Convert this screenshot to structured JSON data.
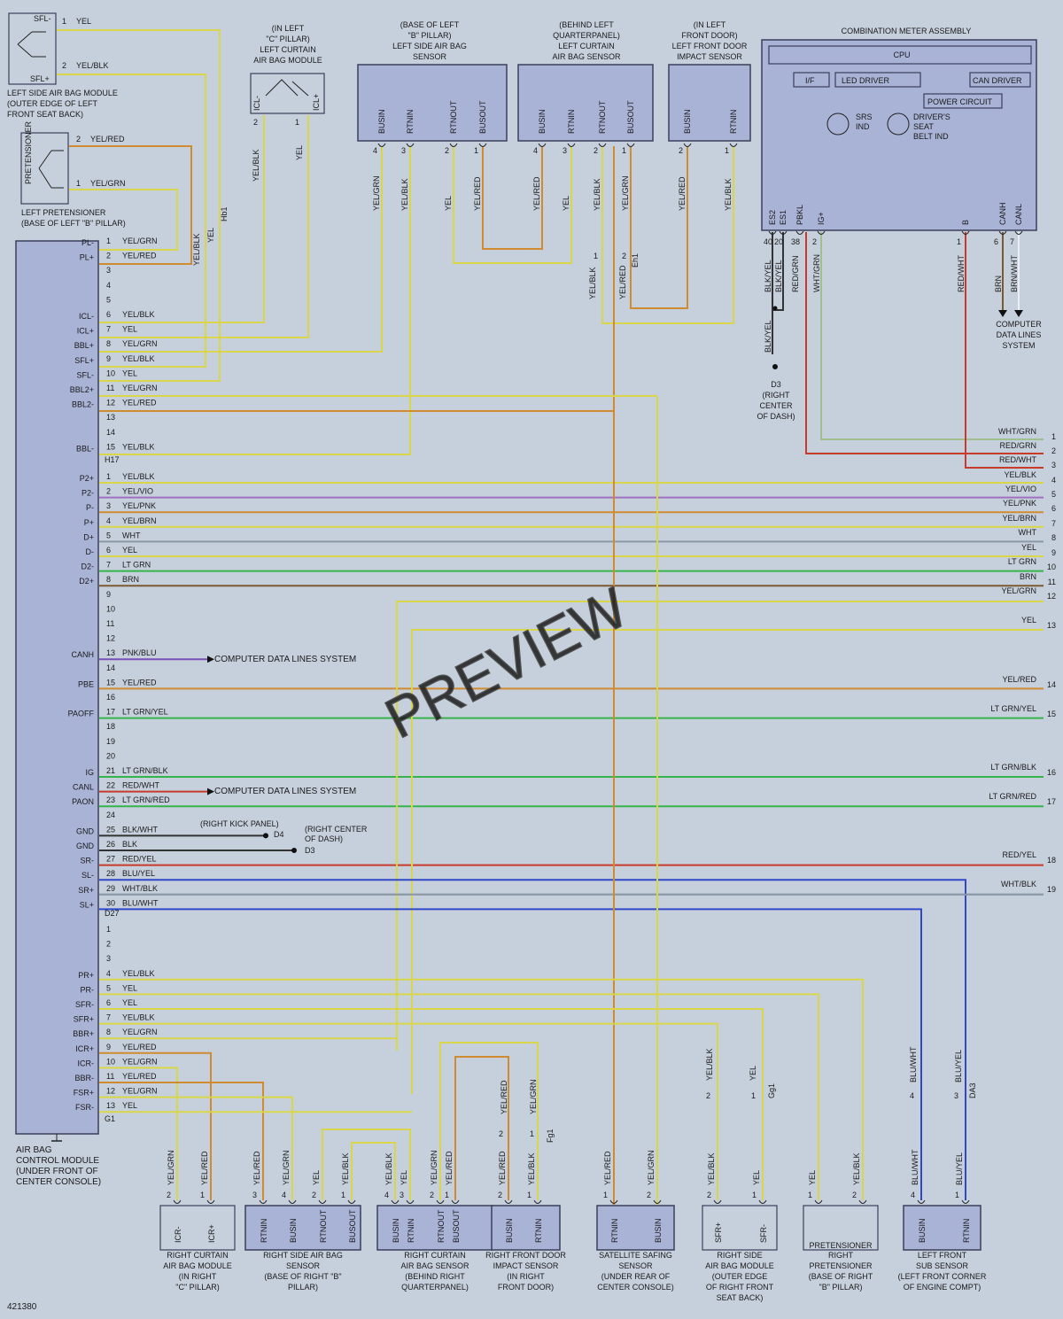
{
  "diagram_id": "421380",
  "watermark": "PREVIEW",
  "colors": {
    "yel": "#d9d64a",
    "grn": "#36b34a",
    "red": "#c83a2a",
    "org": "#d08a30",
    "brn": "#7a5a30",
    "blu": "#3048c8",
    "vio": "#a070c0",
    "wht": "#e8eef2",
    "gry": "#8a98a8",
    "blk": "#333333",
    "pnk": "#7a50b8",
    "ltgrn": "#7fbf7a",
    "wire_grn": "#9ec090"
  },
  "acm": {
    "title_lines": [
      "AIR BAG",
      "CONTROL MODULE",
      "(UNDER FRONT OF",
      "CENTER CONSOLE)"
    ],
    "conn_h17": "H17",
    "conn_d27": "D27",
    "conn_g1": "G1",
    "h17": [
      {
        "term": "PL-",
        "pin": "1",
        "color": "YEL/GRN"
      },
      {
        "term": "PL+",
        "pin": "2",
        "color": "YEL/RED"
      },
      {
        "term": "",
        "pin": "3",
        "color": ""
      },
      {
        "term": "",
        "pin": "4",
        "color": ""
      },
      {
        "term": "",
        "pin": "5",
        "color": ""
      },
      {
        "term": "ICL-",
        "pin": "6",
        "color": "YEL/BLK"
      },
      {
        "term": "ICL+",
        "pin": "7",
        "color": "YEL"
      },
      {
        "term": "BBL+",
        "pin": "8",
        "color": "YEL/GRN"
      },
      {
        "term": "SFL+",
        "pin": "9",
        "color": "YEL/BLK"
      },
      {
        "term": "SFL-",
        "pin": "10",
        "color": "YEL"
      },
      {
        "term": "BBL2+",
        "pin": "11",
        "color": "YEL/GRN"
      },
      {
        "term": "BBL2-",
        "pin": "12",
        "color": "YEL/RED"
      },
      {
        "term": "",
        "pin": "13",
        "color": ""
      },
      {
        "term": "",
        "pin": "14",
        "color": ""
      },
      {
        "term": "BBL-",
        "pin": "15",
        "color": "YEL/BLK"
      }
    ],
    "d27": [
      {
        "term": "P2+",
        "pin": "1",
        "color": "YEL/BLK"
      },
      {
        "term": "P2-",
        "pin": "2",
        "color": "YEL/VIO"
      },
      {
        "term": "P-",
        "pin": "3",
        "color": "YEL/PNK"
      },
      {
        "term": "P+",
        "pin": "4",
        "color": "YEL/BRN"
      },
      {
        "term": "D+",
        "pin": "5",
        "color": "WHT"
      },
      {
        "term": "D-",
        "pin": "6",
        "color": "YEL"
      },
      {
        "term": "D2-",
        "pin": "7",
        "color": "LT GRN"
      },
      {
        "term": "D2+",
        "pin": "8",
        "color": "BRN"
      },
      {
        "term": "",
        "pin": "9",
        "color": ""
      },
      {
        "term": "",
        "pin": "10",
        "color": ""
      },
      {
        "term": "",
        "pin": "11",
        "color": ""
      },
      {
        "term": "",
        "pin": "12",
        "color": ""
      },
      {
        "term": "CANH",
        "pin": "13",
        "color": "PNK/BLU"
      },
      {
        "term": "",
        "pin": "14",
        "color": ""
      },
      {
        "term": "PBE",
        "pin": "15",
        "color": "YEL/RED"
      },
      {
        "term": "",
        "pin": "16",
        "color": ""
      },
      {
        "term": "PAOFF",
        "pin": "17",
        "color": "LT GRN/YEL"
      },
      {
        "term": "",
        "pin": "18",
        "color": ""
      },
      {
        "term": "",
        "pin": "19",
        "color": ""
      },
      {
        "term": "",
        "pin": "20",
        "color": ""
      },
      {
        "term": "IG",
        "pin": "21",
        "color": "LT GRN/BLK"
      },
      {
        "term": "CANL",
        "pin": "22",
        "color": "RED/WHT"
      },
      {
        "term": "PAON",
        "pin": "23",
        "color": "LT GRN/RED"
      },
      {
        "term": "",
        "pin": "24",
        "color": ""
      },
      {
        "term": "GND",
        "pin": "25",
        "color": "BLK/WHT"
      },
      {
        "term": "GND",
        "pin": "26",
        "color": "BLK"
      },
      {
        "term": "SR-",
        "pin": "27",
        "color": "RED/YEL"
      },
      {
        "term": "SL-",
        "pin": "28",
        "color": "BLU/YEL"
      },
      {
        "term": "SR+",
        "pin": "29",
        "color": "WHT/BLK"
      },
      {
        "term": "SL+",
        "pin": "30",
        "color": "BLU/WHT"
      }
    ],
    "g1": [
      {
        "term": "",
        "pin": "1",
        "color": ""
      },
      {
        "term": "",
        "pin": "2",
        "color": ""
      },
      {
        "term": "",
        "pin": "3",
        "color": ""
      },
      {
        "term": "PR+",
        "pin": "4",
        "color": "YEL/BLK"
      },
      {
        "term": "PR-",
        "pin": "5",
        "color": "YEL"
      },
      {
        "term": "SFR-",
        "pin": "6",
        "color": "YEL"
      },
      {
        "term": "SFR+",
        "pin": "7",
        "color": "YEL/BLK"
      },
      {
        "term": "BBR+",
        "pin": "8",
        "color": "YEL/GRN"
      },
      {
        "term": "ICR+",
        "pin": "9",
        "color": "YEL/RED"
      },
      {
        "term": "ICR-",
        "pin": "10",
        "color": "YEL/GRN"
      },
      {
        "term": "BBR-",
        "pin": "11",
        "color": "YEL/RED"
      },
      {
        "term": "FSR+",
        "pin": "12",
        "color": "YEL/GRN"
      },
      {
        "term": "FSR-",
        "pin": "13",
        "color": "YEL"
      }
    ]
  },
  "top_components": {
    "left_side_airbag": {
      "lines": [
        "LEFT SIDE AIR BAG MODULE",
        "(OUTER EDGE OF LEFT",
        "FRONT SEAT BACK)"
      ],
      "t1": "SFL-",
      "t2": "SFL+",
      "p1": "1",
      "p2": "2",
      "c1": "YEL",
      "c2": "YEL/BLK"
    },
    "left_pretensioner": {
      "lines": [
        "LEFT PRETENSIONER",
        "(BASE OF LEFT \"B\" PILLAR)"
      ],
      "inner": "PRETENSIONER",
      "p1": "2",
      "p2": "1",
      "c1": "YEL/RED",
      "c2": "YEL/GRN"
    },
    "hb1": "Hb1",
    "left_curtain_module": {
      "lines": [
        "(IN LEFT",
        "\"C\" PILLAR)",
        "LEFT CURTAIN",
        "AIR BAG MODULE"
      ],
      "t1": "ICL-",
      "t2": "ICL+",
      "p1": "2",
      "p2": "1",
      "c1": "YEL/BLK",
      "c2": "YEL"
    },
    "left_side_sensor": {
      "lines": [
        "(BASE OF LEFT",
        "\"B\" PILLAR)",
        "LEFT SIDE AIR BAG",
        "SENSOR"
      ],
      "terms": [
        "BUSIN",
        "RTNIN",
        "RTNOUT",
        "BUSOUT"
      ],
      "pins": [
        "4",
        "3",
        "2",
        "1"
      ],
      "colors": [
        "YEL/GRN",
        "YEL/BLK",
        "YEL",
        "YEL/RED"
      ]
    },
    "left_curtain_sensor": {
      "lines": [
        "(BEHIND LEFT",
        "QUARTERPANEL)",
        "LEFT CURTAIN",
        "AIR BAG SENSOR"
      ],
      "terms": [
        "BUSIN",
        "RTNIN",
        "RTNOUT",
        "BUSOUT"
      ],
      "pins": [
        "4",
        "3",
        "2",
        "1"
      ],
      "colors": [
        "YEL/RED",
        "YEL",
        "YEL/BLK",
        "YEL/GRN"
      ]
    },
    "eh1": {
      "label": "Eh1",
      "p1": "1",
      "p2": "2",
      "c1": "YEL/BLK",
      "c2": "YEL/RED"
    },
    "left_door_sensor": {
      "lines": [
        "(IN LEFT",
        "FRONT DOOR)",
        "LEFT FRONT DOOR",
        "IMPACT SENSOR"
      ],
      "terms": [
        "BUSIN",
        "RTNIN"
      ],
      "pins": [
        "2",
        "1"
      ],
      "colors": [
        "YEL/RED",
        "YEL/BLK"
      ]
    }
  },
  "meter": {
    "title": "COMBINATION METER ASSEMBLY",
    "cpu": "CPU",
    "if": "I/F",
    "led": "LED DRIVER",
    "can": "CAN DRIVER",
    "power": "POWER CIRCUIT",
    "srs": [
      "SRS",
      "IND"
    ],
    "belt": [
      "DRIVER'S",
      "SEAT",
      "BELT IND"
    ],
    "terms": [
      "ES2",
      "ES1",
      "PBKL",
      "IG+",
      "B",
      "CANH",
      "CANL"
    ],
    "pins": [
      "40",
      "20",
      "38",
      "2",
      "1",
      "6",
      "7"
    ],
    "colors": [
      "BLK/YEL",
      "BLK/YEL",
      "RED/GRN",
      "WHT/GRN",
      "RED/WHT",
      "BRN",
      "BRN/WHT"
    ],
    "ground_color": "BLK/YEL",
    "d3_lines": [
      "D3",
      "(RIGHT",
      "CENTER",
      "OF DASH)"
    ],
    "cdl_lines": [
      "COMPUTER",
      "DATA LINES",
      "SYSTEM"
    ]
  },
  "right_refs": [
    {
      "n": "1",
      "color": "WHT/GRN"
    },
    {
      "n": "2",
      "color": "RED/GRN"
    },
    {
      "n": "3",
      "color": "RED/WHT"
    },
    {
      "n": "4",
      "color": "YEL/BLK"
    },
    {
      "n": "5",
      "color": "YEL/VIO"
    },
    {
      "n": "6",
      "color": "YEL/PNK"
    },
    {
      "n": "7",
      "color": "YEL/BRN"
    },
    {
      "n": "8",
      "color": "WHT"
    },
    {
      "n": "9",
      "color": "YEL"
    },
    {
      "n": "10",
      "color": "LT GRN"
    },
    {
      "n": "11",
      "color": "BRN"
    },
    {
      "n": "12",
      "color": "YEL/GRN"
    },
    {
      "n": "13",
      "color": "YEL"
    },
    {
      "n": "14",
      "color": "YEL/RED"
    },
    {
      "n": "15",
      "color": "LT GRN/YEL"
    },
    {
      "n": "16",
      "color": "LT GRN/BLK"
    },
    {
      "n": "17",
      "color": "LT GRN/RED"
    },
    {
      "n": "18",
      "color": "RED/YEL"
    },
    {
      "n": "19",
      "color": "WHT/BLK"
    }
  ],
  "mid": {
    "cdl": "COMPUTER DATA LINES SYSTEM",
    "kick": "(RIGHT KICK PANEL)",
    "d4": "D4",
    "center_dash": [
      "(RIGHT CENTER",
      "OF DASH)"
    ],
    "d3": "D3"
  },
  "bottom_components": [
    {
      "lines": [
        "RIGHT CURTAIN",
        "AIR BAG MODULE",
        "(IN RIGHT",
        "\"C\" PILLAR)"
      ],
      "terms": [
        "ICR-",
        "ICR+"
      ],
      "pins": [
        "2",
        "1"
      ],
      "colors": [
        "YEL/GRN",
        "YEL/RED"
      ]
    },
    {
      "lines": [
        "RIGHT SIDE AIR BAG",
        "SENSOR",
        "(BASE OF RIGHT \"B\"",
        "PILLAR)"
      ],
      "terms": [
        "RTNIN",
        "BUSIN",
        "RTNOUT",
        "BUSOUT"
      ],
      "pins": [
        "3",
        "4",
        "2",
        "1"
      ],
      "colors": [
        "YEL/RED",
        "YEL/GRN",
        "YEL",
        "YEL/BLK"
      ]
    },
    {
      "lines": [
        "RIGHT CURTAIN",
        "AIR BAG SENSOR",
        "(BEHIND RIGHT",
        "QUARTERPANEL)"
      ],
      "terms": [
        "BUSIN",
        "RTNIN",
        "RTNOUT",
        "BUSOUT"
      ],
      "pins": [
        "4",
        "3",
        "2",
        "1"
      ],
      "colors": [
        "YEL/BLK",
        "YEL",
        "YEL/GRN",
        "YEL/RED"
      ]
    },
    {
      "lines": [
        "RIGHT FRONT DOOR",
        "IMPACT SENSOR",
        "(IN RIGHT",
        "FRONT DOOR)"
      ],
      "terms": [
        "BUSIN",
        "RTNIN"
      ],
      "pins": [
        "2",
        "1"
      ],
      "colors": [
        "YEL/RED",
        "YEL/BLK"
      ]
    },
    {
      "lines": [
        "SATELLITE SAFING",
        "SENSOR",
        "(UNDER REAR OF",
        "CENTER CONSOLE)"
      ],
      "terms": [
        "RTNIN",
        "BUSIN"
      ],
      "pins": [
        "1",
        "2"
      ],
      "colors": [
        "YEL/RED",
        "YEL/GRN"
      ]
    },
    {
      "lines": [
        "RIGHT SIDE",
        "AIR BAG MODULE",
        "(OUTER EDGE",
        "OF RIGHT FRONT",
        "SEAT BACK)"
      ],
      "terms": [
        "SFR+",
        "SFR-"
      ],
      "pins": [
        "2",
        "1"
      ],
      "colors": [
        "YEL/BLK",
        "YEL"
      ]
    },
    {
      "lines": [
        "RIGHT",
        "PRETENSIONER",
        "(BASE OF RIGHT",
        "\"B\" PILLAR)"
      ],
      "inner": "PRETENSIONER",
      "terms": [],
      "pins": [
        "1",
        "2"
      ],
      "colors": [
        "YEL",
        "YEL/BLK"
      ]
    },
    {
      "lines": [
        "LEFT FRONT",
        "SUB SENSOR",
        "(LEFT FRONT CORNER",
        "OF ENGINE COMPT)"
      ],
      "terms": [
        "BUSIN",
        "RTNIN"
      ],
      "pins": [
        "4",
        "1"
      ],
      "colors": [
        "BLU/WHT",
        "BLU/YEL"
      ]
    }
  ],
  "inline": {
    "fg1": {
      "label": "Fg1",
      "p1": "2",
      "p2": "1",
      "c1": "YEL/RED",
      "c2": "YEL/GRN"
    },
    "gg1": {
      "label": "Gg1",
      "p1": "2",
      "p2": "1",
      "c1": "YEL/BLK",
      "c2": "YEL"
    },
    "da3": {
      "label": "DA3",
      "p1": "4",
      "p2": "3",
      "c1": "BLU/WHT",
      "c2": "BLU/YEL"
    }
  }
}
